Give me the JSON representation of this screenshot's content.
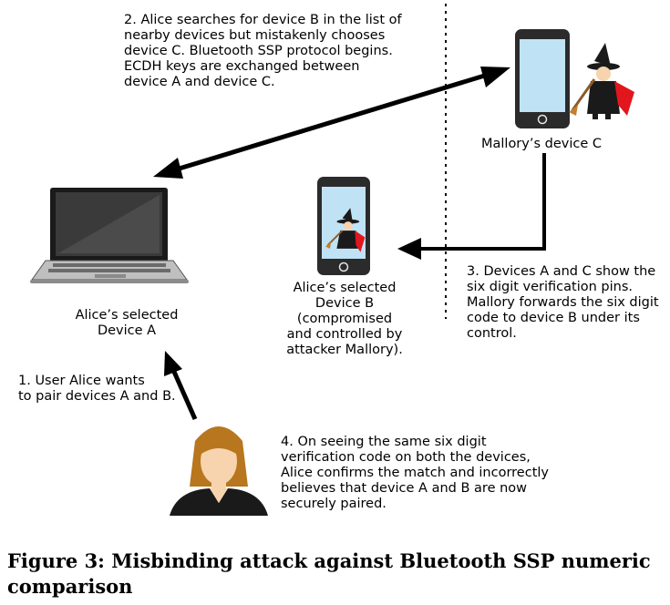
{
  "steps": {
    "step1": "1. User Alice wants\nto pair devices A and B.",
    "step2": "2. Alice searches for device B in the list of\nnearby devices but mistakenly chooses\ndevice C. Bluetooth SSP protocol begins.\nECDH keys are exchanged between\ndevice A and device C.",
    "step3": "3.  Devices A and C show the\nsix digit verification pins.\nMallory forwards the six digit\ncode to device B under its\ncontrol.",
    "step4": "4. On seeing the same six digit\nverification code on both the devices,\nAlice confirms the match and incorrectly\nbelieves that device A and B are now\nsecurely paired."
  },
  "labels": {
    "device_a": "Alice’s selected\nDevice A",
    "device_b": "Alice’s selected\nDevice B\n(compromised\nand controlled by\nattacker Mallory).",
    "device_c": "Mallory’s device C"
  },
  "caption": "Figure 3: Misbinding attack against Bluetooth SSP numeric\ncomparison",
  "icons": {
    "laptop": "laptop-icon",
    "phone_b": "smartphone-icon",
    "phone_c": "smartphone-icon",
    "witch": "witch-icon",
    "user": "user-avatar-icon"
  },
  "colors": {
    "screen": "#bfe3f4",
    "phone_body": "#2b2b2b",
    "hair": "#b8761e",
    "skin": "#f7d3ae",
    "cape_red": "#e2161d"
  }
}
